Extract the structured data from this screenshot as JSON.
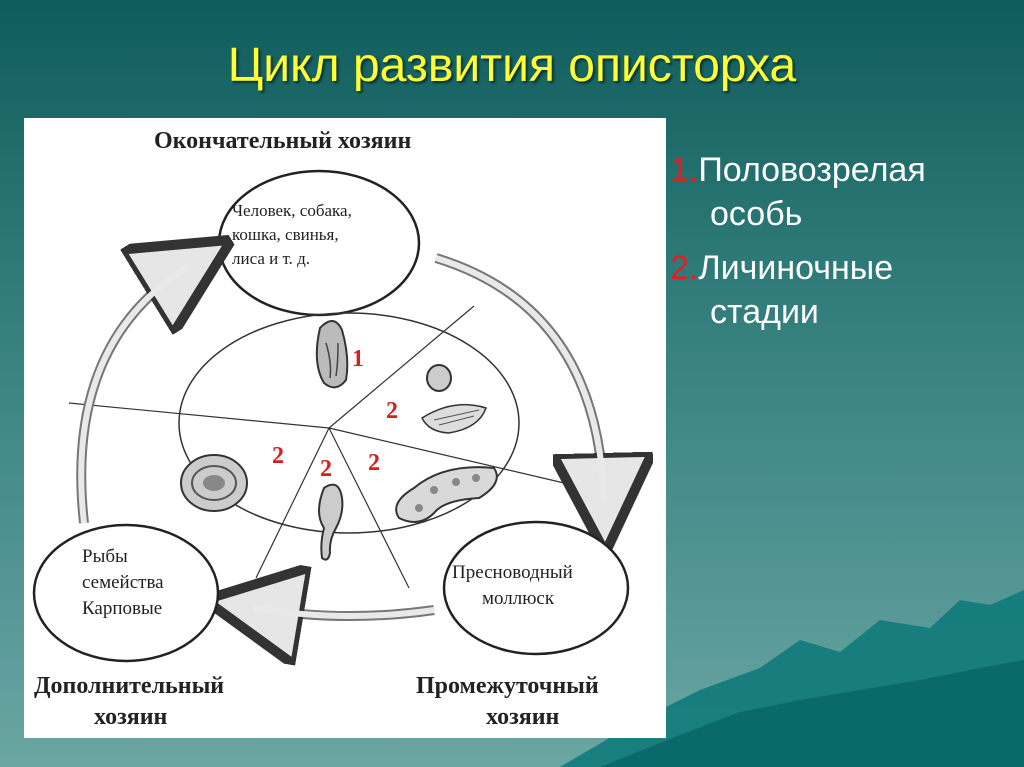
{
  "slide": {
    "title": "Цикл развития описторха"
  },
  "diagram": {
    "final_host_heading": "Окончательный хозяин",
    "final_host_circle": [
      "Человек, собака,",
      "кошка, свинья,",
      "лиса и т. д."
    ],
    "additional_host_circle": [
      "Рыбы",
      "семейства",
      "Карповые"
    ],
    "intermediate_host_circle": [
      "Пресноводный",
      "моллюск"
    ],
    "additional_host_heading": [
      "Дополнительный",
      "хозяин"
    ],
    "intermediate_host_heading": [
      "Промежуточный",
      "хозяин"
    ],
    "stage_markers": [
      "1",
      "2",
      "2",
      "2",
      "2"
    ],
    "marker_color": "#d42020"
  },
  "legend": {
    "items": [
      {
        "number": "1.",
        "lines": [
          "Половозрелая",
          "особь"
        ]
      },
      {
        "number": "2.",
        "lines": [
          "Личиночные",
          "стадии"
        ]
      }
    ]
  }
}
